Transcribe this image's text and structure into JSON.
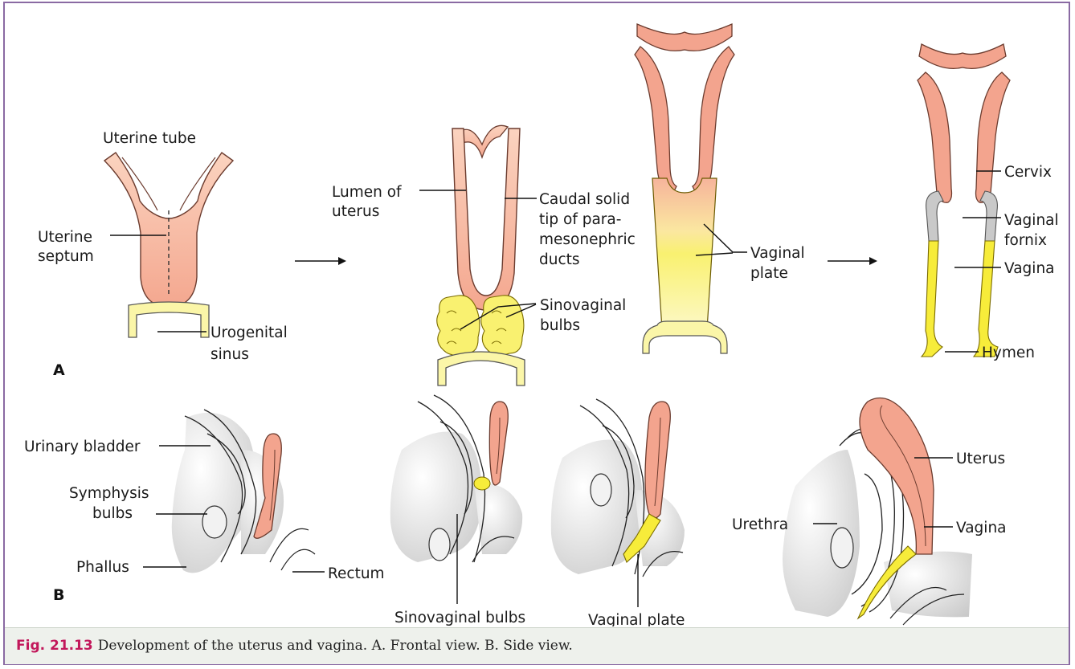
{
  "panels": {
    "a": "A",
    "b": "B"
  },
  "labels_a": {
    "uterine_tube": "Uterine tube",
    "uterine_septum": [
      "Uterine",
      "septum"
    ],
    "urogenital_sinus": [
      "Urogenital",
      "sinus"
    ],
    "lumen_of_uterus": [
      "Lumen of",
      "uterus"
    ],
    "caudal_solid_tip": [
      "Caudal solid",
      "tip of para-",
      "mesonephric",
      "ducts"
    ],
    "sinovaginal_bulbs": [
      "Sinovaginal",
      "bulbs"
    ],
    "vaginal_plate": [
      "Vaginal",
      "plate"
    ],
    "cervix": "Cervix",
    "vaginal_fornix": [
      "Vaginal",
      "fornix"
    ],
    "vagina": "Vagina",
    "hymen": "Hymen"
  },
  "labels_b": {
    "urinary_bladder": "Urinary bladder",
    "symphysis_bulbs": [
      "Symphysis",
      "bulbs"
    ],
    "phallus": "Phallus",
    "rectum": "Rectum",
    "sinovaginal_bulbs": "Sinovaginal bulbs",
    "vaginal_plate": "Vaginal plate",
    "urethra": "Urethra",
    "uterus": "Uterus",
    "vagina": "Vagina"
  },
  "caption": {
    "figure_number": "Fig. 21.13",
    "text": "Development of the uterus and vagina. A. Frontal view. B. Side view."
  },
  "colors": {
    "frame": "#8a6aa3",
    "uterine_tissue": "#f3a48e",
    "uterine_tissue_light": "#fbd3bf",
    "vaginal_yellow": "#f7ec3a",
    "pale_yellow": "#fbf6a8",
    "fornix_gray": "#c9c9c9",
    "figure_number": "#c2185b"
  }
}
